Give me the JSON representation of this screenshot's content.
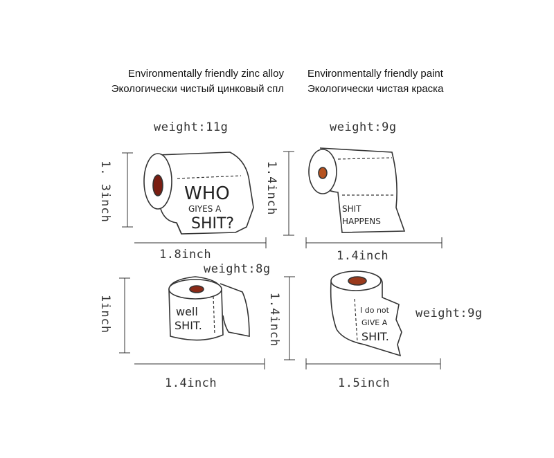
{
  "headings": {
    "left": {
      "en": "Environmentally friendly zinc alloy",
      "ru": "Экологически чистый цинковый спл"
    },
    "right": {
      "en": "Environmentally friendly paint",
      "ru": "Экологически чистая краска"
    }
  },
  "pins": [
    {
      "text_lines": [
        "WHO",
        "GIYES A",
        "SHIT?"
      ],
      "weight": "weight:11g",
      "width_label": "1.8inch",
      "height_label": "1. 3inch",
      "core_color": "#7a1e12"
    },
    {
      "text_lines": [
        "SHIT",
        "HAPPENS"
      ],
      "weight": "weight:9g",
      "width_label": "1.4inch",
      "height_label": "1.4inch",
      "core_color": "#b5521f"
    },
    {
      "text_lines": [
        "well",
        "SHIT."
      ],
      "weight": "weight:8g",
      "width_label": "1.4inch",
      "height_label": "1inch",
      "core_color": "#8a2a18"
    },
    {
      "text_lines": [
        "I do not",
        "GIVE A",
        "SHIT."
      ],
      "weight": "weight:9g",
      "width_label": "1.5inch",
      "height_label": "1.4inch",
      "core_color": "#9a3a1c"
    }
  ],
  "colors": {
    "line": "#333333",
    "paper": "#ffffff"
  }
}
